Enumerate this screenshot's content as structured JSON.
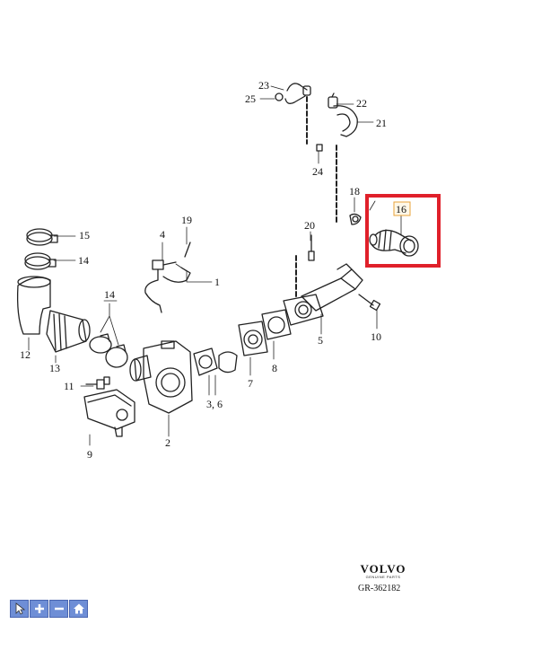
{
  "parts": {
    "p1": "1",
    "p2": "2",
    "p36": "3, 6",
    "p4": "4",
    "p5": "5",
    "p7": "7",
    "p8": "8",
    "p9": "9",
    "p10": "10",
    "p11": "11",
    "p12": "12",
    "p13": "13",
    "p14a": "14",
    "p14b": "14",
    "p15": "15",
    "p16": "16",
    "p18": "18",
    "p19": "19",
    "p20": "20",
    "p21": "21",
    "p22": "22",
    "p23": "23",
    "p24": "24",
    "p25": "25"
  },
  "highlight": {
    "part": "16",
    "color": "#e0202a",
    "tag_color": "#e8a33a"
  },
  "brand": {
    "name": "VOLVO",
    "sub": "GENUINE PARTS"
  },
  "diagram_code": "GR-362182",
  "toolbar": {
    "buttons": [
      {
        "name": "select-tool-button",
        "icon": "pointer-icon"
      },
      {
        "name": "zoom-in-button",
        "icon": "plus-icon"
      },
      {
        "name": "zoom-out-button",
        "icon": "minus-icon"
      },
      {
        "name": "home-button",
        "icon": "home-icon"
      }
    ]
  }
}
